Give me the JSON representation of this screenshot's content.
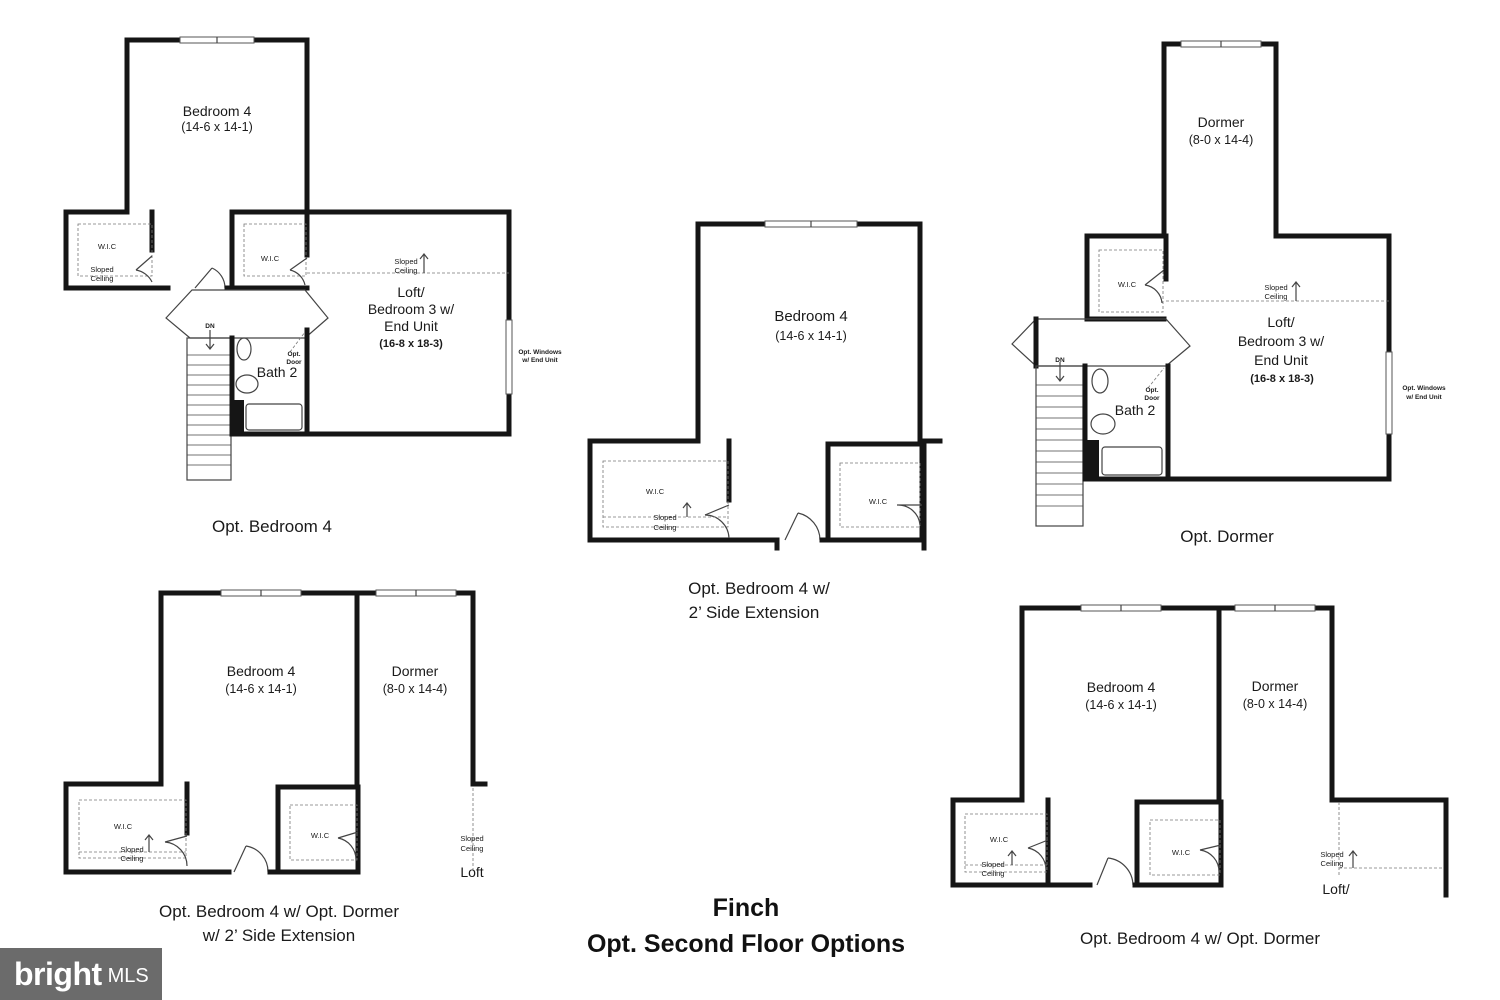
{
  "title": {
    "line1": "Finch",
    "line2": "Opt. Second Floor Options"
  },
  "watermark": {
    "brand": "bright",
    "suffix": "MLS"
  },
  "plans": {
    "p1": {
      "caption": "Opt. Bedroom 4",
      "bedroom": {
        "name": "Bedroom 4",
        "dim": "(14-6 x 14-1)"
      },
      "wic_left": "W.I.C",
      "wic_mid": "W.I.C",
      "sloped_1": "Sloped",
      "sloped_2": "Ceiling",
      "sloped_b1": "Sloped",
      "sloped_b2": "Ceiling",
      "loft": {
        "l1": "Loft/",
        "l2": "Bedroom 3 w/",
        "l3": "End Unit",
        "dim": "(16-8 x 18-3)"
      },
      "opt_windows_1": "Opt. Windows",
      "opt_windows_2": "w/ End Unit",
      "dn": "DN",
      "opt_door_1": "Opt.",
      "opt_door_2": "Door",
      "bath": "Bath 2"
    },
    "p2": {
      "caption_1": "Opt. Bedroom 4 w/",
      "caption_2": "2’ Side Extension",
      "bedroom": {
        "name": "Bedroom 4",
        "dim": "(14-6 x 14-1)"
      },
      "wic_left": "W.I.C",
      "wic_right": "W.I.C",
      "sloped_1": "Sloped",
      "sloped_2": "Ceiling"
    },
    "p3": {
      "caption": "Opt. Dormer",
      "dormer": {
        "name": "Dormer",
        "dim": "(8-0 x 14-4)"
      },
      "wic": "W.I.C",
      "sloped_1": "Sloped",
      "sloped_2": "Ceiling",
      "loft": {
        "l1": "Loft/",
        "l2": "Bedroom 3 w/",
        "l3": "End Unit",
        "dim": "(16-8 x 18-3)"
      },
      "opt_windows_1": "Opt. Windows",
      "opt_windows_2": "w/ End Unit",
      "dn": "DN",
      "opt_door_1": "Opt.",
      "opt_door_2": "Door",
      "bath": "Bath 2"
    },
    "p4": {
      "caption_1": "Opt. Bedroom 4 w/ Opt. Dormer",
      "caption_2": "w/ 2’ Side Extension",
      "bedroom": {
        "name": "Bedroom 4",
        "dim": "(14-6 x 14-1)"
      },
      "dormer": {
        "name": "Dormer",
        "dim": "(8-0 x 14-4)"
      },
      "wic_left": "W.I.C",
      "wic_right": "W.I.C",
      "sloped_1": "Sloped",
      "sloped_2": "Ceiling",
      "sloped_r1": "Sloped",
      "sloped_r2": "Ceiling",
      "loft": "Loft"
    },
    "p5": {
      "caption": "Opt. Bedroom 4 w/ Opt. Dormer",
      "bedroom": {
        "name": "Bedroom 4",
        "dim": "(14-6 x 14-1)"
      },
      "dormer": {
        "name": "Dormer",
        "dim": "(8-0 x 14-4)"
      },
      "wic_left": "W.I.C",
      "wic_right": "W.I.C",
      "sloped_1": "Sloped",
      "sloped_2": "Ceiling",
      "sloped_r1": "Sloped",
      "sloped_r2": "Ceiling",
      "loft": "Loft/"
    }
  }
}
